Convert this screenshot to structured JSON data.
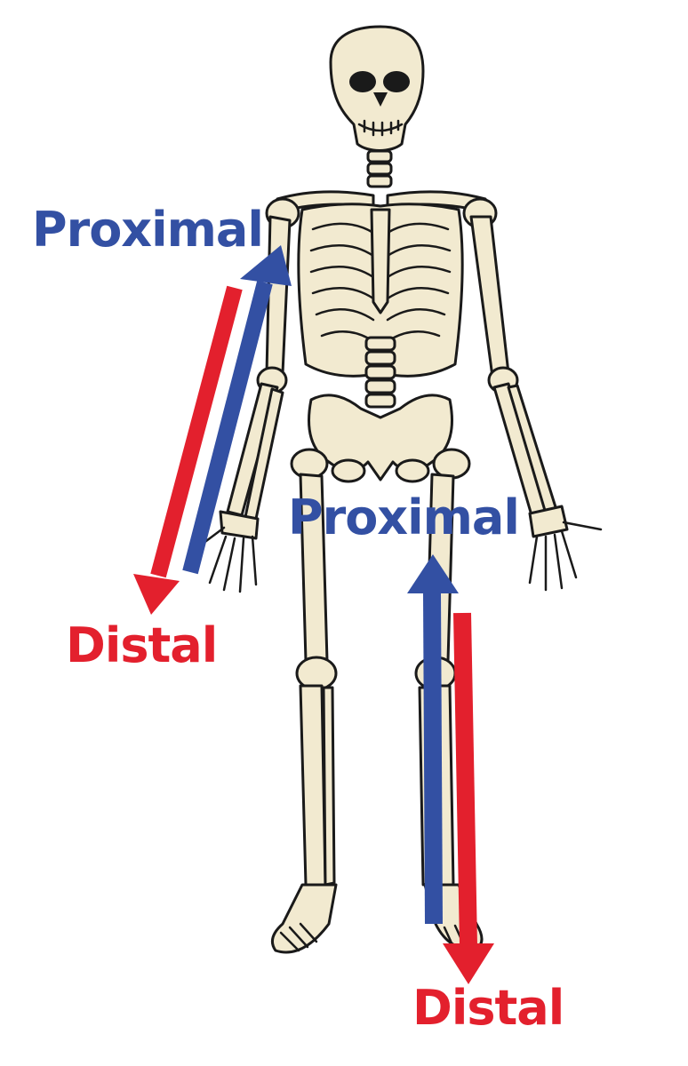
{
  "labels": {
    "proximal_arm": "Proximal",
    "proximal_leg": "Proximal",
    "distal_arm": "Distal",
    "distal_leg": "Distal"
  },
  "colors": {
    "proximal": "#3350a3",
    "distal": "#e3202d",
    "bone_fill": "#f2ead0",
    "bone_outline": "#1a1a1a"
  }
}
